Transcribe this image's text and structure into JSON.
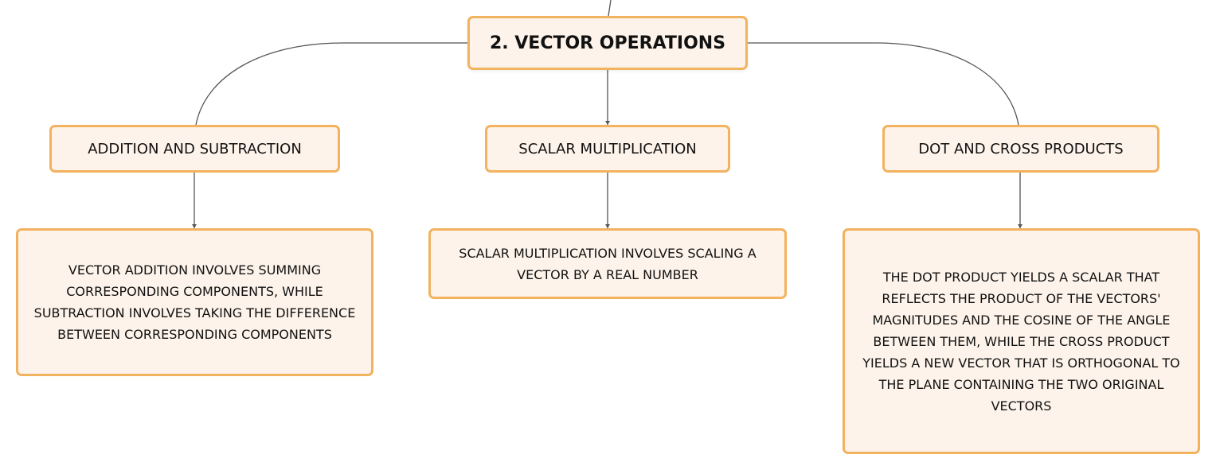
{
  "diagram": {
    "root": {
      "label": "2. Vector Operations"
    },
    "branches": [
      {
        "label": "Addition and Subtraction",
        "detail": "Vector addition involves summing corresponding components, while subtraction involves taking the difference between corresponding components"
      },
      {
        "label": "Scalar Multiplication",
        "detail": "Scalar multiplication involves scaling a vector by a real number"
      },
      {
        "label": "Dot and Cross Products",
        "detail": "The dot product yields a scalar that reflects the product of the vectors' magnitudes and the cosine of the angle between them, while the cross product yields a new vector that is orthogonal to the plane containing the two original vectors"
      }
    ]
  },
  "colors": {
    "node_border": "#f2b25e",
    "node_fill": "#fdf3ea",
    "connector": "#555555",
    "text": "#111111"
  }
}
